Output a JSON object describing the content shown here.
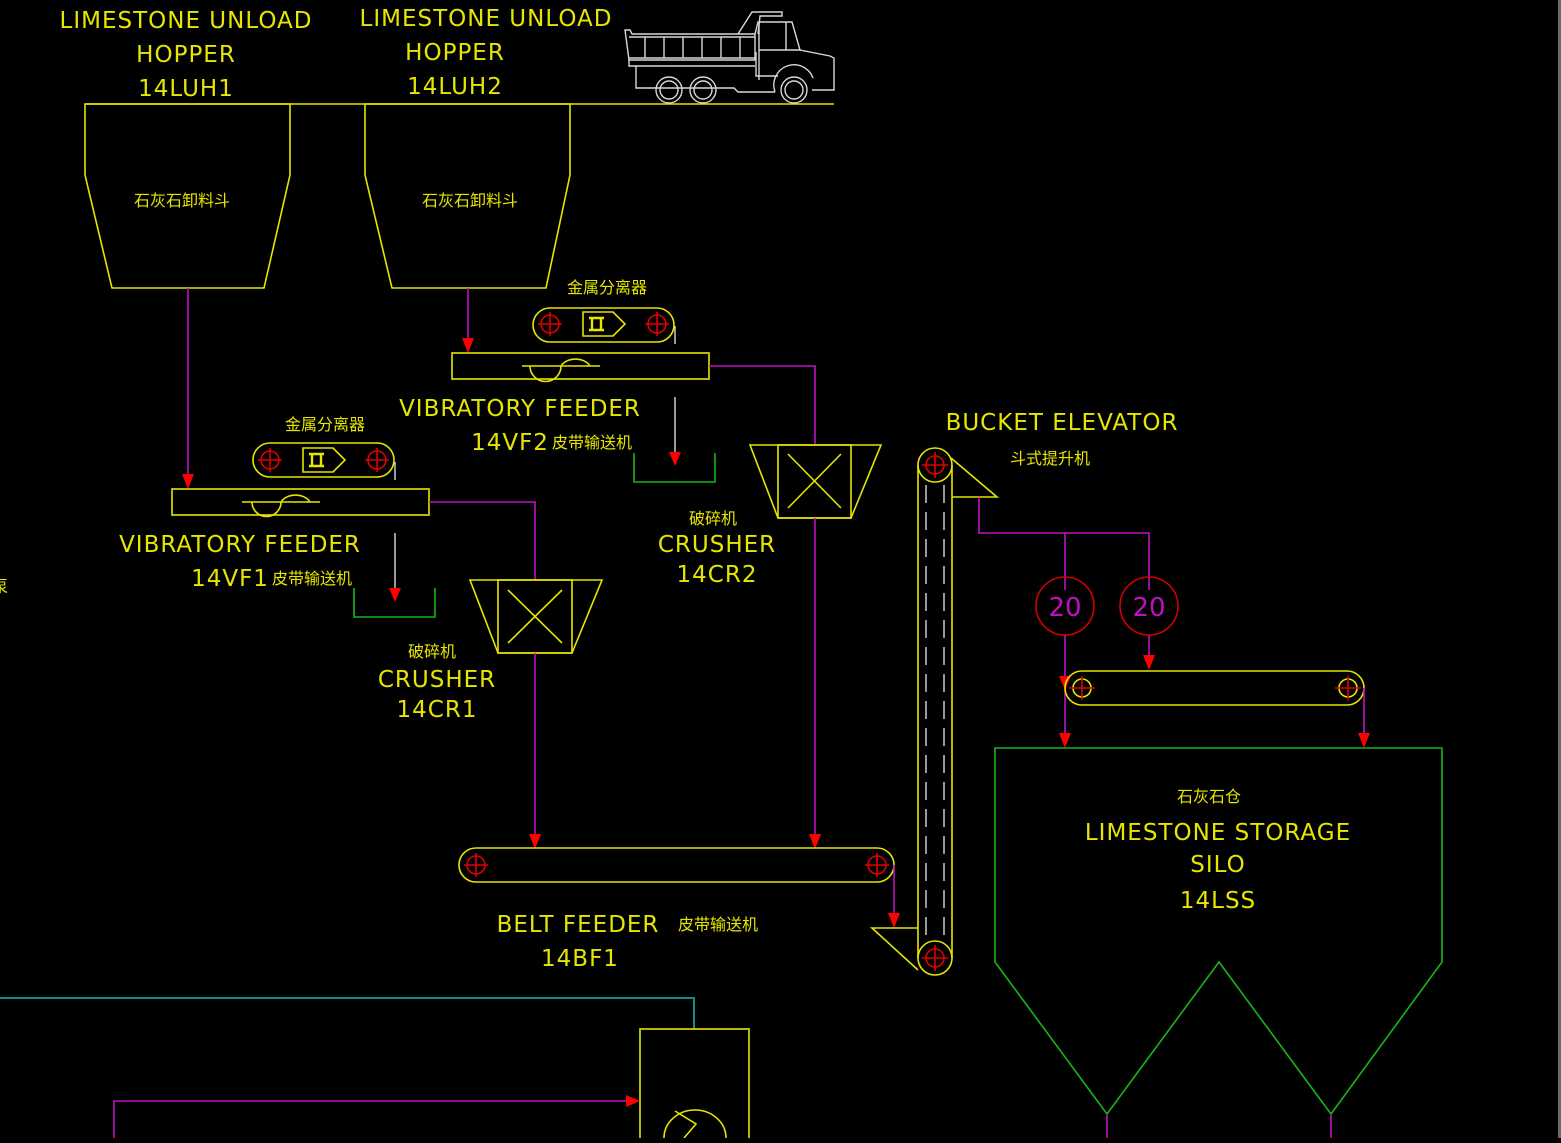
{
  "diagram": {
    "title": "Limestone handling process flow",
    "colors": {
      "background": "#000000",
      "equipment": "#e6e600",
      "flow_line": "#c010c0",
      "silo_outline": "#19b319",
      "arrow": "#ff0000",
      "pulley": "#e00000",
      "truck": "#d8d8d8",
      "air_line": "#108a8a"
    },
    "hoppers": [
      {
        "title_line1": "LIMESTONE  UNLOAD",
        "title_line2": "HOPPER",
        "tag": "14LUH1",
        "label_cn": "石灰石卸料斗"
      },
      {
        "title_line1": "LIMESTONE  UNLOAD",
        "title_line2": "HOPPER",
        "tag": "14LUH2",
        "label_cn": "石灰石卸料斗"
      }
    ],
    "truck": {
      "icon": "dump-truck-icon"
    },
    "metal_separators": [
      {
        "label_cn": "金属分离器",
        "icon": "magnet-icon"
      },
      {
        "label_cn": "金属分离器",
        "icon": "magnet-icon"
      }
    ],
    "vibratory_feeders": [
      {
        "title": "VIBRATORY  FEEDER",
        "tag": "14VF1",
        "label_cn": "皮带输送机"
      },
      {
        "title": "VIBRATORY  FEEDER",
        "tag": "14VF2",
        "label_cn": "皮带输送机"
      }
    ],
    "crushers": [
      {
        "label_cn": "破碎机",
        "title": "CRUSHER",
        "tag": "14CR1"
      },
      {
        "label_cn": "破碎机",
        "title": "CRUSHER",
        "tag": "14CR2"
      }
    ],
    "belt_feeder": {
      "title": "BELT  FEEDER",
      "label_cn": "皮带输送机",
      "tag": "14BF1"
    },
    "bucket_elevator": {
      "title": "BUCKET  ELEVATOR",
      "label_cn": "斗式提升机"
    },
    "diverters": [
      {
        "value": "20"
      },
      {
        "value": "20"
      }
    ],
    "silo": {
      "label_cn": "石灰石仓",
      "title_line1": "LIMESTONE  STORAGE",
      "title_line2": "SILO",
      "tag": "14LSS"
    },
    "left_edge_glyph": "泵"
  }
}
